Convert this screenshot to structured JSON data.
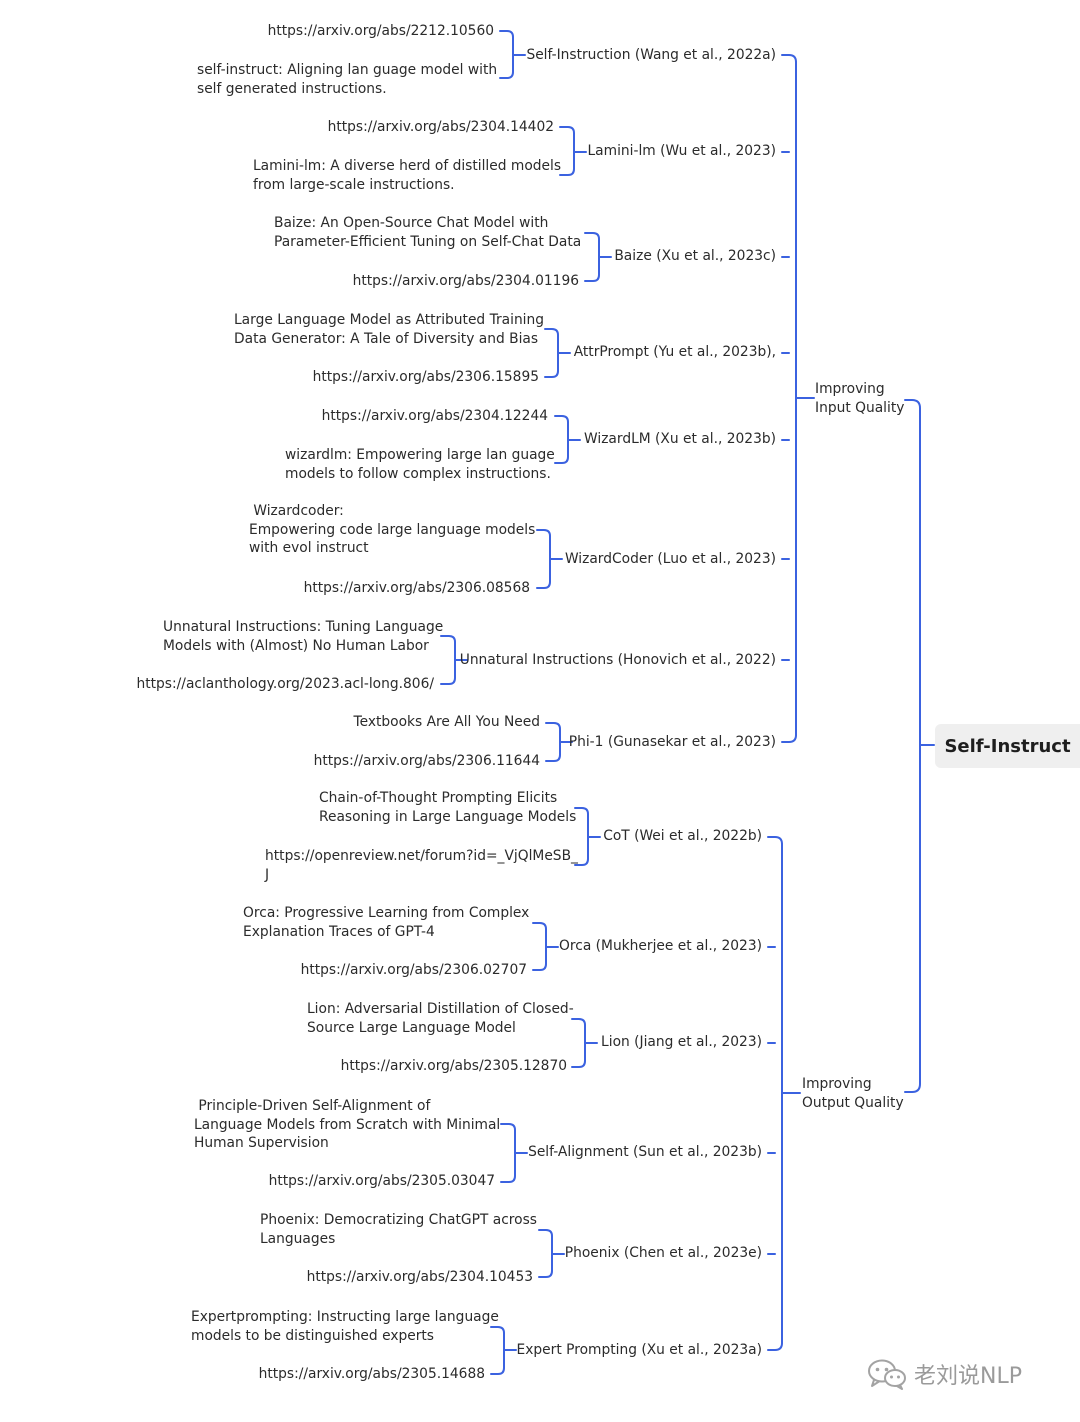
{
  "root": "Self-Instruct",
  "groups": [
    {
      "label": "Improving\nInput Quality",
      "items": [
        {
          "name": "Self-Instruction (Wang et al., 2022a)",
          "details": [
            "https://arxiv.org/abs/2212.10560",
            "self-instruct: Aligning lan guage model with\nself generated instructions."
          ]
        },
        {
          "name": "Lamini-lm (Wu et al., 2023)",
          "details": [
            "https://arxiv.org/abs/2304.14402",
            "Lamini-lm: A diverse herd of distilled models\nfrom large-scale instructions."
          ]
        },
        {
          "name": "Baize (Xu et al., 2023c)",
          "details": [
            "Baize: An Open-Source Chat Model with\nParameter-Efficient Tuning on Self-Chat Data",
            "https://arxiv.org/abs/2304.01196"
          ]
        },
        {
          "name": "AttrPrompt (Yu et al., 2023b),",
          "details": [
            "Large Language Model as Attributed Training\nData Generator: A Tale of Diversity and Bias",
            "https://arxiv.org/abs/2306.15895"
          ]
        },
        {
          "name": "WizardLM (Xu et al., 2023b)",
          "details": [
            "https://arxiv.org/abs/2304.12244",
            "wizardlm: Empowering large lan guage\nmodels to follow complex instructions."
          ]
        },
        {
          "name": "WizardCoder (Luo et al., 2023)",
          "details": [
            " Wizardcoder:\nEmpowering code large language models\nwith evol instruct",
            "https://arxiv.org/abs/2306.08568"
          ]
        },
        {
          "name": "Unnatural Instructions (Honovich et al., 2022)",
          "details": [
            "Unnatural Instructions: Tuning Language\nModels with (Almost) No Human Labor",
            "https://aclanthology.org/2023.acl-long.806/"
          ]
        },
        {
          "name": "Phi-1 (Gunasekar et al., 2023)",
          "details": [
            "Textbooks Are All You Need",
            "https://arxiv.org/abs/2306.11644"
          ]
        }
      ]
    },
    {
      "label": "Improving\nOutput Quality",
      "items": [
        {
          "name": "CoT (Wei et al., 2022b)",
          "details": [
            "Chain-of-Thought Prompting Elicits\nReasoning in Large Language Models",
            "https://openreview.net/forum?id=_VjQlMeSB_\nJ"
          ]
        },
        {
          "name": "Orca (Mukherjee et al., 2023)",
          "details": [
            "Orca: Progressive Learning from Complex\nExplanation Traces of GPT-4",
            "https://arxiv.org/abs/2306.02707"
          ]
        },
        {
          "name": "Lion (Jiang et al., 2023)",
          "details": [
            "Lion: Adversarial Distillation of Closed-\nSource Large Language Model",
            "https://arxiv.org/abs/2305.12870"
          ]
        },
        {
          "name": "Self-Alignment (Sun et al., 2023b)",
          "details": [
            " Principle-Driven Self-Alignment of\nLanguage Models from Scratch with Minimal\nHuman Supervision",
            "https://arxiv.org/abs/2305.03047"
          ]
        },
        {
          "name": "Phoenix (Chen et al., 2023e)",
          "details": [
            "Phoenix: Democratizing ChatGPT across\nLanguages",
            "https://arxiv.org/abs/2304.10453"
          ]
        },
        {
          "name": "Expert Prompting (Xu et al., 2023a)",
          "details": [
            "Expertprompting: Instructing large language\nmodels to be distinguished experts",
            "https://arxiv.org/abs/2305.14688"
          ]
        }
      ]
    }
  ],
  "watermark": "老刘说NLP",
  "colors": {
    "connector": "#3b62e0",
    "root_bg": "#efefef"
  },
  "icons": {
    "watermark": "wechat-icon"
  }
}
